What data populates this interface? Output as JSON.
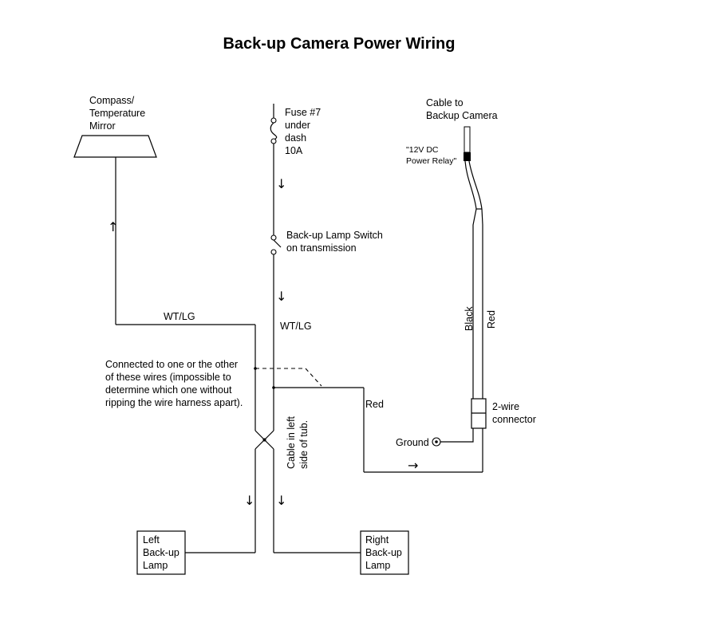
{
  "title": "Back-up Camera Power Wiring",
  "labels": {
    "mirror": [
      "Compass/",
      "Temperature",
      "Mirror"
    ],
    "fuse": [
      "Fuse #7",
      "under",
      "dash",
      "10A"
    ],
    "cable_to_camera": [
      "Cable to",
      "Backup Camera"
    ],
    "relay": [
      "\"12V DC",
      "Power Relay\""
    ],
    "backup_switch": [
      "Back-up Lamp Switch",
      "on transmission"
    ],
    "wire_left": "WT/LG",
    "wire_center": "WT/LG",
    "black": "Black",
    "red_vertical": "Red",
    "red_horizontal": "Red",
    "note": [
      "Connected to one or the other",
      "of these wires (impossible to",
      "determine which one without",
      "ripping the wire harness apart)."
    ],
    "connector": [
      "2-wire",
      "connector"
    ],
    "ground": "Ground",
    "cable_tub": [
      "Cable in left",
      "side of tub."
    ],
    "left_lamp": [
      "Left",
      "Back-up",
      "Lamp"
    ],
    "right_lamp": [
      "Right",
      "Back-up",
      "Lamp"
    ]
  },
  "arrows": {
    "down": "↓",
    "up": "↑",
    "right": "→"
  }
}
